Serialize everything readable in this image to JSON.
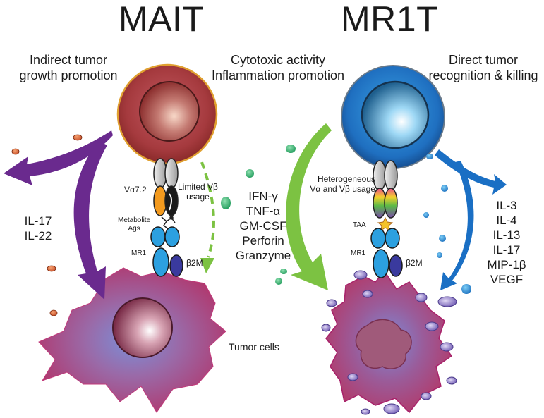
{
  "titles": {
    "left": "MAIT",
    "right": "MR1T"
  },
  "headings": {
    "left_line1": "Indirect tumor",
    "left_line2": "growth promotion",
    "center_line1": "Cytotoxic activity",
    "center_line2": "Inflammation promotion",
    "right_line1": "Direct tumor",
    "right_line2": "recognition & killing"
  },
  "mait": {
    "tcr_alpha": "Vα7.2",
    "vbeta_line1": "Limited Vβ",
    "vbeta_line2": "usage",
    "ligand_line1": "Metabolite",
    "ligand_line2": "Ags",
    "mr1": "MR1",
    "b2m": "β2M",
    "cytokines": [
      "IL-17",
      "IL-22"
    ],
    "cell_color": "#a0302f",
    "arrow_color": "#6a2a8e"
  },
  "center": {
    "effectors": [
      "IFN-γ",
      "TNF-α",
      "GM-CSF",
      "Perforin",
      "Granzyme"
    ],
    "tumor_label": "Tumor cells",
    "arrow_color": "#7cc242"
  },
  "mr1t": {
    "tcr_line1": "Heterogeneous",
    "tcr_line2": "Vα and Vβ usage",
    "antigen": "TAA",
    "mr1": "MR1",
    "b2m": "β2M",
    "cytokines": [
      "IL-3",
      "IL-4",
      "IL-13",
      "IL-17",
      "MIP-1β",
      "VEGF"
    ],
    "cell_color": "#1f6fc0",
    "arrow_color": "#1a6fc4"
  }
}
